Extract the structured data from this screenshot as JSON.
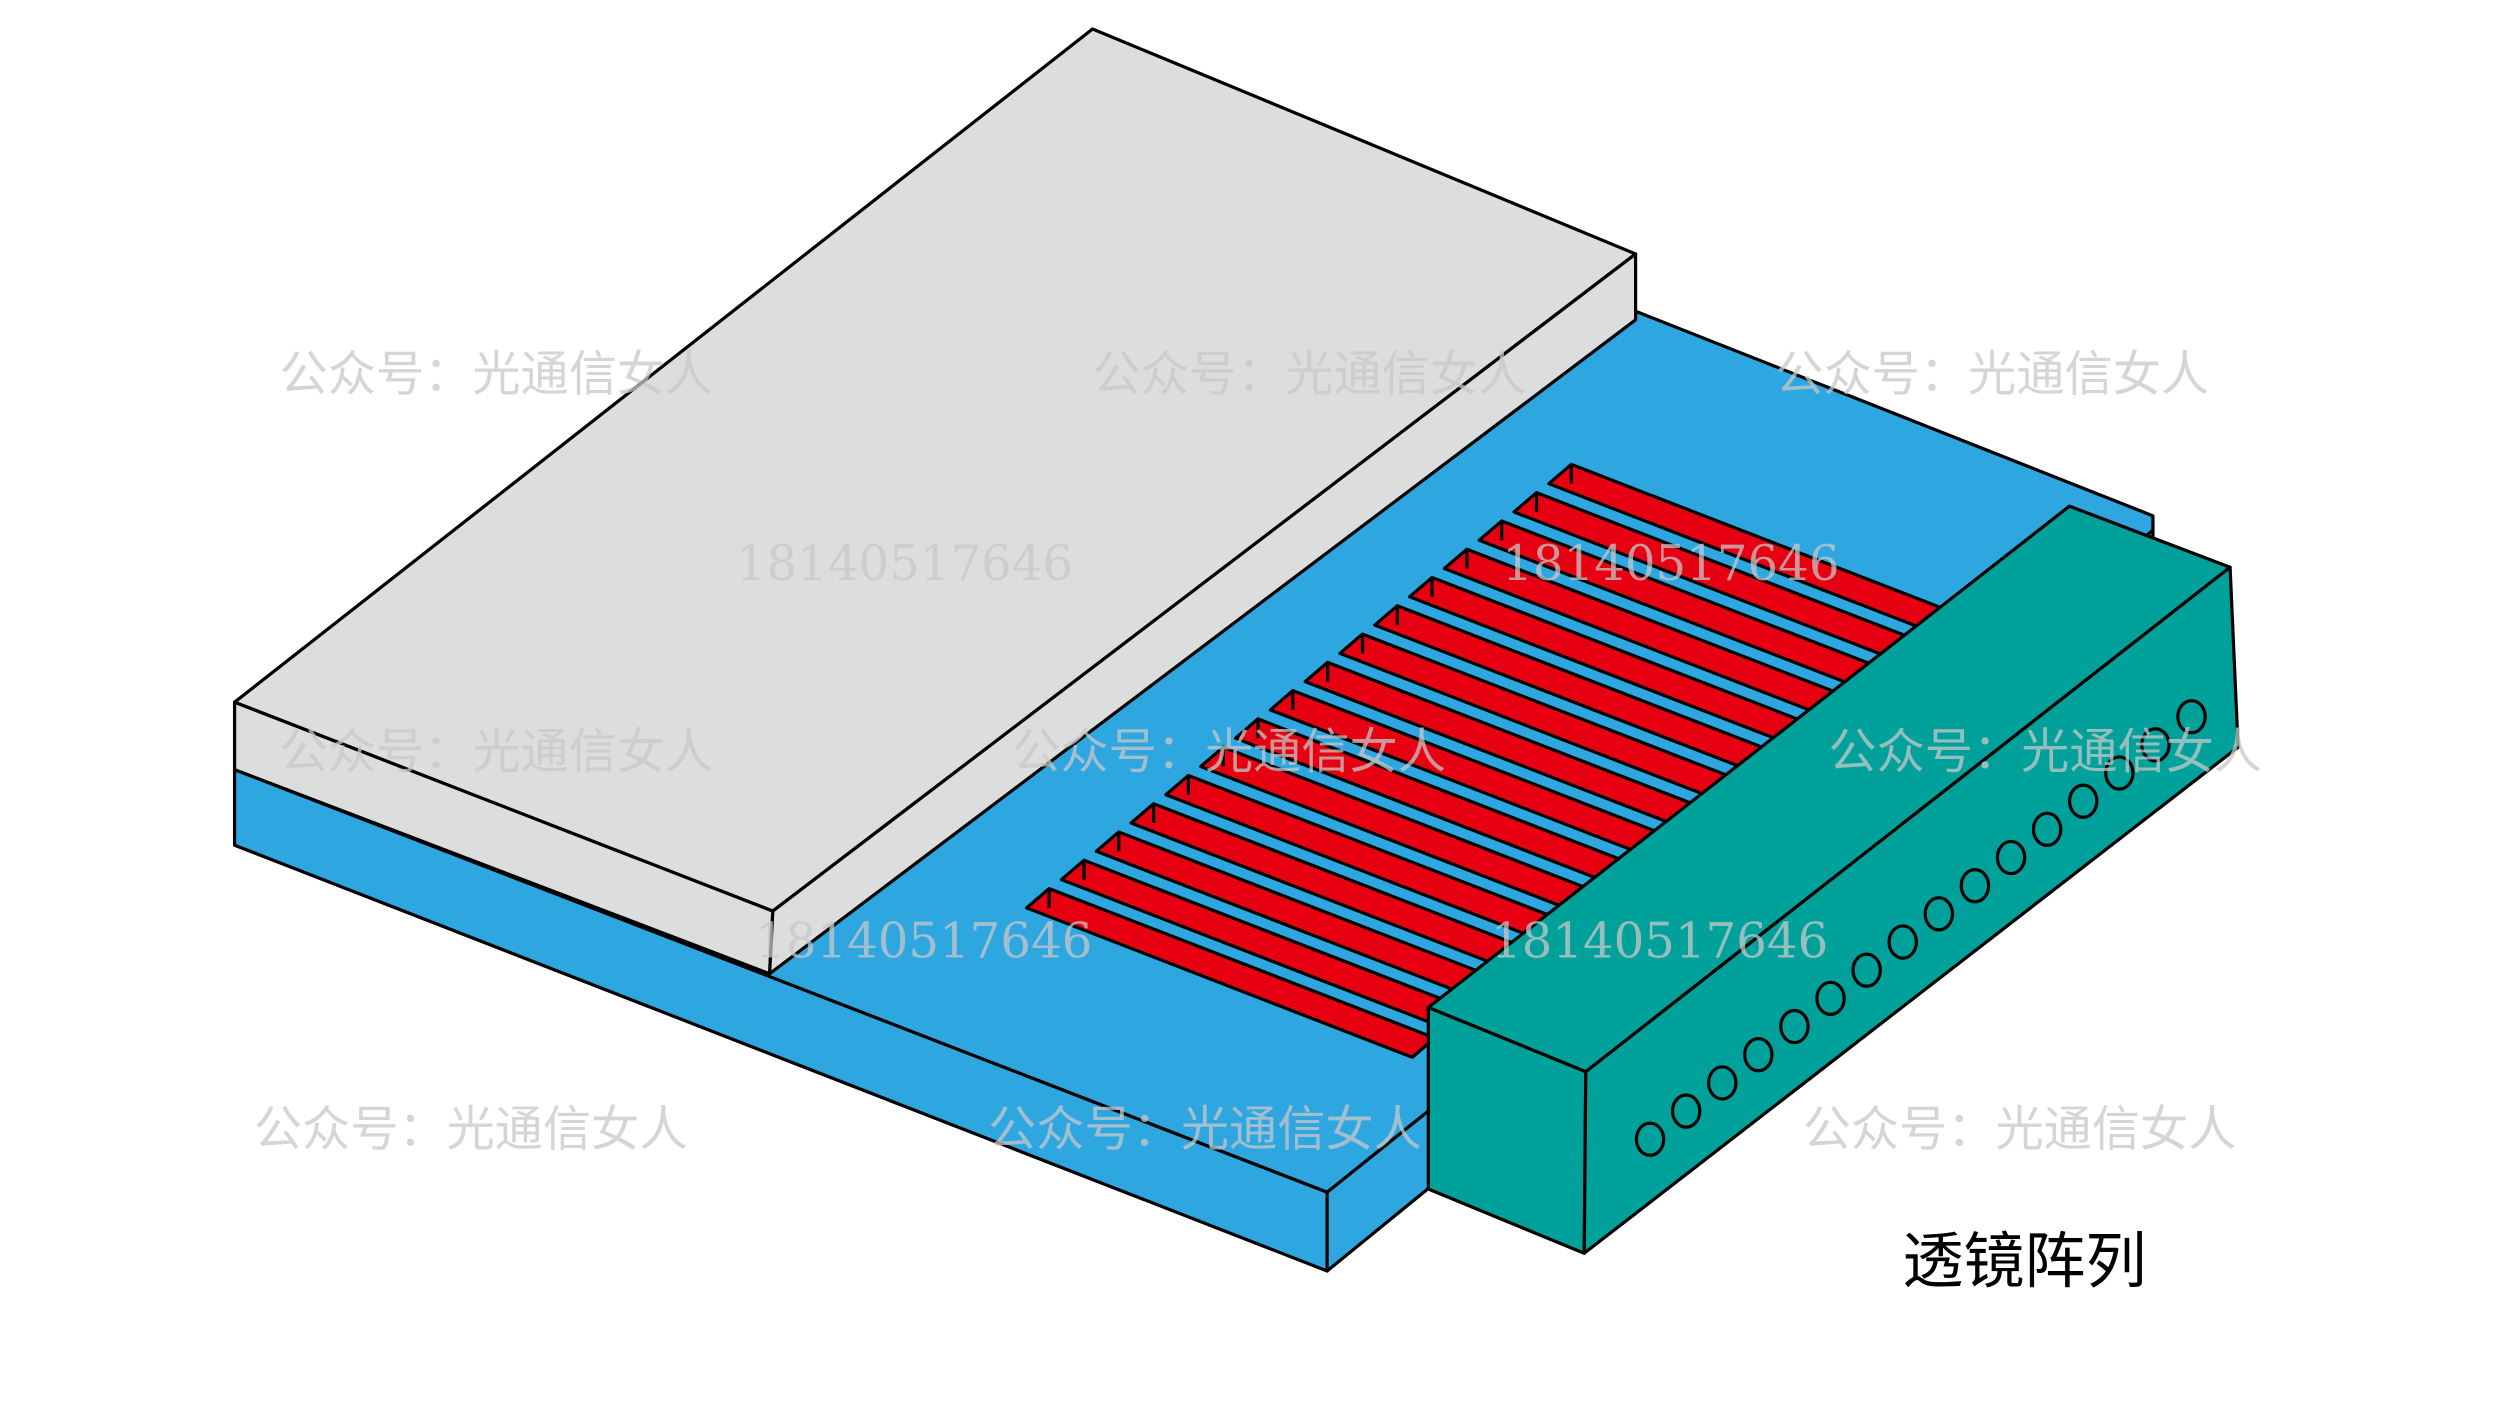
{
  "diagram": {
    "label": "透镜阵列",
    "groove_count": 16,
    "lens_count": 16,
    "colors": {
      "substrate": "#2ea6e0",
      "cover": "#dcdddd",
      "groove": "#e60012",
      "lens_block": "#00a19a"
    }
  },
  "watermarks": {
    "account": "公众号：光通信女人",
    "phone": "18140517646"
  }
}
